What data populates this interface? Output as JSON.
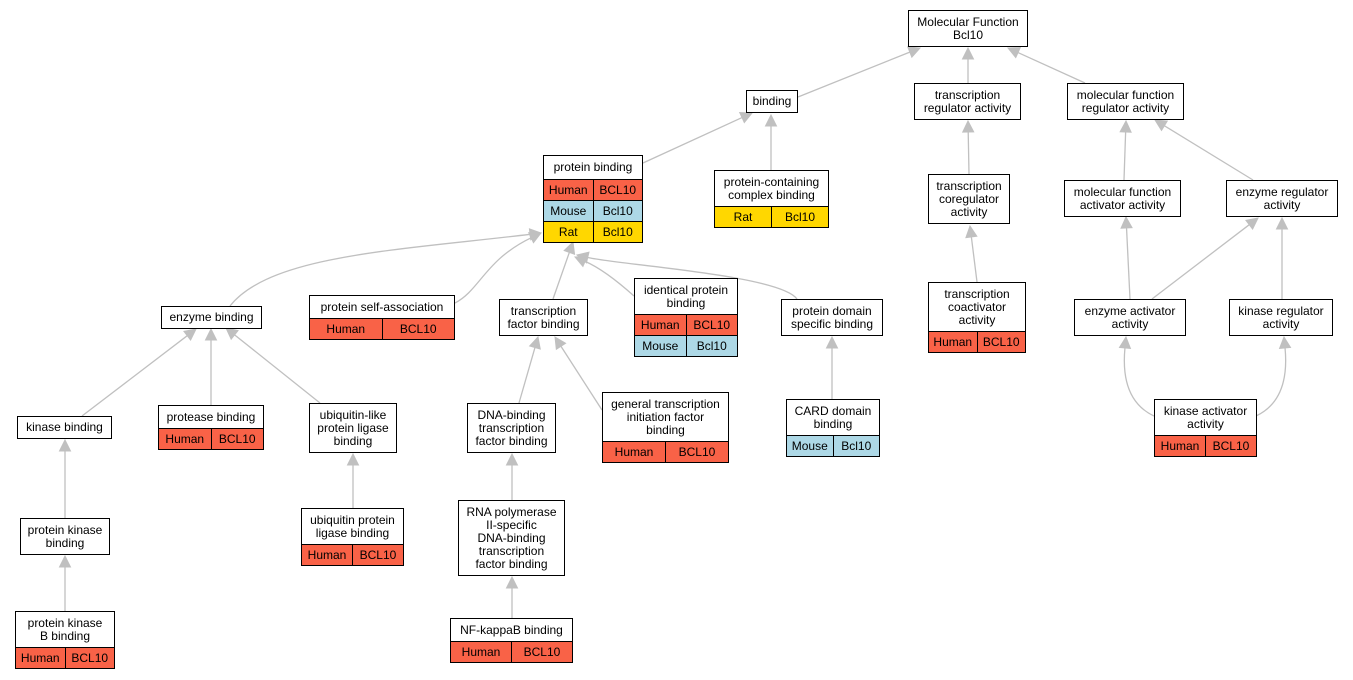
{
  "diagram": {
    "type": "go-term-graph",
    "colors": {
      "edge": "#c0c0c0",
      "Human": "#f96247",
      "Mouse": "#add8e6",
      "Rat": "#ffd700"
    },
    "nodes": [
      {
        "id": "molecular-function",
        "label": "Molecular Function\nBcl10",
        "rows": []
      },
      {
        "id": "binding",
        "label": "binding",
        "rows": []
      },
      {
        "id": "transcription-regulator-activity",
        "label": "transcription\nregulator activity",
        "rows": []
      },
      {
        "id": "molecular-function-regulator-activity",
        "label": "molecular function\nregulator activity",
        "rows": []
      },
      {
        "id": "protein-binding",
        "label": "protein binding",
        "rows": [
          {
            "species": "Human",
            "gene": "BCL10"
          },
          {
            "species": "Mouse",
            "gene": "Bcl10"
          },
          {
            "species": "Rat",
            "gene": "Bcl10"
          }
        ]
      },
      {
        "id": "protein-containing-complex-binding",
        "label": "protein-containing\ncomplex binding",
        "rows": [
          {
            "species": "Rat",
            "gene": "Bcl10"
          }
        ]
      },
      {
        "id": "transcription-coregulator-activity",
        "label": "transcription\ncoregulator\nactivity",
        "rows": []
      },
      {
        "id": "molecular-function-activator-activity",
        "label": "molecular function\nactivator activity",
        "rows": []
      },
      {
        "id": "enzyme-regulator-activity",
        "label": "enzyme regulator\nactivity",
        "rows": []
      },
      {
        "id": "enzyme-binding",
        "label": "enzyme binding",
        "rows": []
      },
      {
        "id": "protein-self-association",
        "label": "protein self-association",
        "rows": [
          {
            "species": "Human",
            "gene": "BCL10"
          }
        ]
      },
      {
        "id": "transcription-factor-binding",
        "label": "transcription\nfactor binding",
        "rows": []
      },
      {
        "id": "identical-protein-binding",
        "label": "identical protein\nbinding",
        "rows": [
          {
            "species": "Human",
            "gene": "BCL10"
          },
          {
            "species": "Mouse",
            "gene": "Bcl10"
          }
        ]
      },
      {
        "id": "protein-domain-specific-binding",
        "label": "protein domain\nspecific binding",
        "rows": []
      },
      {
        "id": "transcription-coactivator-activity",
        "label": "transcription\ncoactivator\nactivity",
        "rows": [
          {
            "species": "Human",
            "gene": "BCL10"
          }
        ]
      },
      {
        "id": "enzyme-activator-activity",
        "label": "enzyme activator\nactivity",
        "rows": []
      },
      {
        "id": "kinase-regulator-activity",
        "label": "kinase regulator\nactivity",
        "rows": []
      },
      {
        "id": "kinase-binding",
        "label": "kinase binding",
        "rows": []
      },
      {
        "id": "protease-binding",
        "label": "protease binding",
        "rows": [
          {
            "species": "Human",
            "gene": "BCL10"
          }
        ]
      },
      {
        "id": "ubiquitin-like-protein-ligase-binding",
        "label": "ubiquitin-like\nprotein ligase\nbinding",
        "rows": []
      },
      {
        "id": "dna-binding-transcription-factor-binding",
        "label": "DNA-binding\ntranscription\nfactor binding",
        "rows": []
      },
      {
        "id": "general-transcription-initiation-factor-binding",
        "label": "general transcription\ninitiation factor\nbinding",
        "rows": [
          {
            "species": "Human",
            "gene": "BCL10"
          }
        ]
      },
      {
        "id": "card-domain-binding",
        "label": "CARD domain\nbinding",
        "rows": [
          {
            "species": "Mouse",
            "gene": "Bcl10"
          }
        ]
      },
      {
        "id": "kinase-activator-activity",
        "label": "kinase activator\nactivity",
        "rows": [
          {
            "species": "Human",
            "gene": "BCL10"
          }
        ]
      },
      {
        "id": "protein-kinase-binding",
        "label": "protein kinase\nbinding",
        "rows": []
      },
      {
        "id": "ubiquitin-protein-ligase-binding",
        "label": "ubiquitin protein\nligase binding",
        "rows": [
          {
            "species": "Human",
            "gene": "BCL10"
          }
        ]
      },
      {
        "id": "rna-polymerase-ii-specific-dna-binding-transcription-factor-binding",
        "label": "RNA polymerase\nII-specific\nDNA-binding\ntranscription\nfactor binding",
        "rows": []
      },
      {
        "id": "protein-kinase-b-binding",
        "label": "protein kinase\nB binding",
        "rows": [
          {
            "species": "Human",
            "gene": "BCL10"
          }
        ]
      },
      {
        "id": "nf-kappab-binding",
        "label": "NF-kappaB binding",
        "rows": [
          {
            "species": "Human",
            "gene": "BCL10"
          }
        ]
      }
    ],
    "edges": [
      {
        "from": "binding",
        "to": "molecular-function"
      },
      {
        "from": "transcription-regulator-activity",
        "to": "molecular-function"
      },
      {
        "from": "molecular-function-regulator-activity",
        "to": "molecular-function"
      },
      {
        "from": "protein-binding",
        "to": "binding"
      },
      {
        "from": "protein-containing-complex-binding",
        "to": "binding"
      },
      {
        "from": "transcription-coregulator-activity",
        "to": "transcription-regulator-activity"
      },
      {
        "from": "molecular-function-activator-activity",
        "to": "molecular-function-regulator-activity"
      },
      {
        "from": "enzyme-regulator-activity",
        "to": "molecular-function-regulator-activity"
      },
      {
        "from": "enzyme-binding",
        "to": "protein-binding"
      },
      {
        "from": "protein-self-association",
        "to": "protein-binding"
      },
      {
        "from": "transcription-factor-binding",
        "to": "protein-binding"
      },
      {
        "from": "identical-protein-binding",
        "to": "protein-binding"
      },
      {
        "from": "protein-domain-specific-binding",
        "to": "protein-binding"
      },
      {
        "from": "transcription-coactivator-activity",
        "to": "transcription-coregulator-activity"
      },
      {
        "from": "enzyme-activator-activity",
        "to": "molecular-function-activator-activity"
      },
      {
        "from": "enzyme-activator-activity",
        "to": "enzyme-regulator-activity"
      },
      {
        "from": "kinase-regulator-activity",
        "to": "enzyme-regulator-activity"
      },
      {
        "from": "kinase-binding",
        "to": "enzyme-binding"
      },
      {
        "from": "protease-binding",
        "to": "enzyme-binding"
      },
      {
        "from": "ubiquitin-like-protein-ligase-binding",
        "to": "enzyme-binding"
      },
      {
        "from": "dna-binding-transcription-factor-binding",
        "to": "transcription-factor-binding"
      },
      {
        "from": "general-transcription-initiation-factor-binding",
        "to": "transcription-factor-binding"
      },
      {
        "from": "card-domain-binding",
        "to": "protein-domain-specific-binding"
      },
      {
        "from": "kinase-activator-activity",
        "to": "enzyme-activator-activity"
      },
      {
        "from": "kinase-activator-activity",
        "to": "kinase-regulator-activity"
      },
      {
        "from": "protein-kinase-binding",
        "to": "kinase-binding"
      },
      {
        "from": "ubiquitin-protein-ligase-binding",
        "to": "ubiquitin-like-protein-ligase-binding"
      },
      {
        "from": "rna-polymerase-ii-specific-dna-binding-transcription-factor-binding",
        "to": "dna-binding-transcription-factor-binding"
      },
      {
        "from": "protein-kinase-b-binding",
        "to": "protein-kinase-binding"
      },
      {
        "from": "nf-kappab-binding",
        "to": "rna-polymerase-ii-specific-dna-binding-transcription-factor-binding"
      }
    ]
  }
}
